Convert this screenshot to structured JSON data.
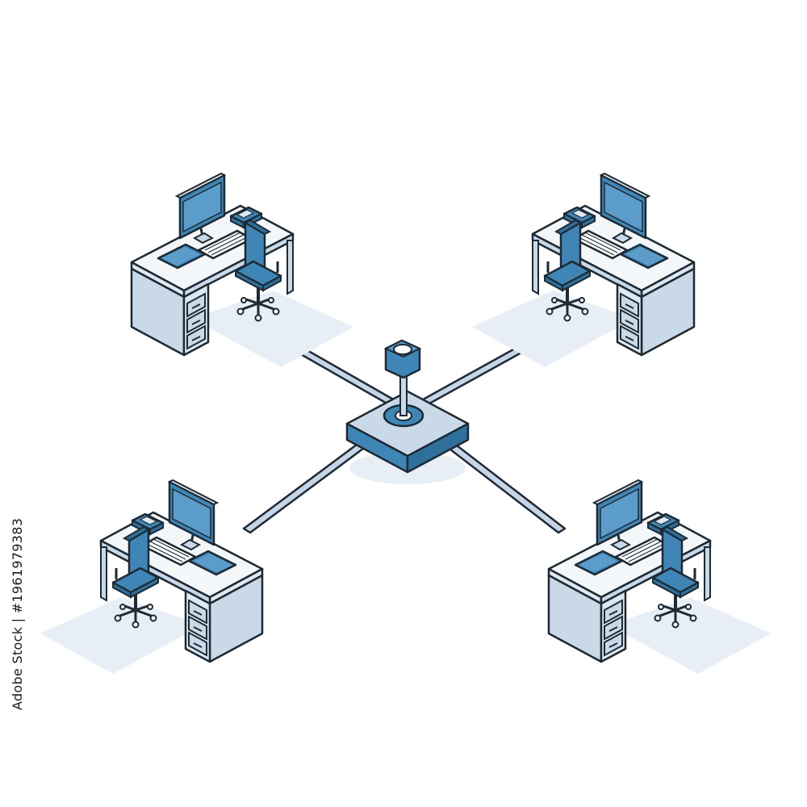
{
  "scene": {
    "subject": "network-topology",
    "workstation_count": 4,
    "colors": {
      "outline": "#1e2a33",
      "desk_top": "#f4f7fa",
      "desk_body": "#c9d9e8",
      "desk_side": "#dde8f2",
      "accent_blue": "#3f86b7",
      "accent_dark": "#2f6f9c",
      "cable": "#c6d6e6",
      "shadow": "#e7eef5"
    },
    "icons": [
      "monitor-icon",
      "keyboard-icon",
      "mouse-icon",
      "chair-icon",
      "tablet-icon",
      "network-hub-icon",
      "antenna-icon"
    ]
  },
  "watermark": {
    "stock_id": "Adobe Stock | #1961979383"
  }
}
